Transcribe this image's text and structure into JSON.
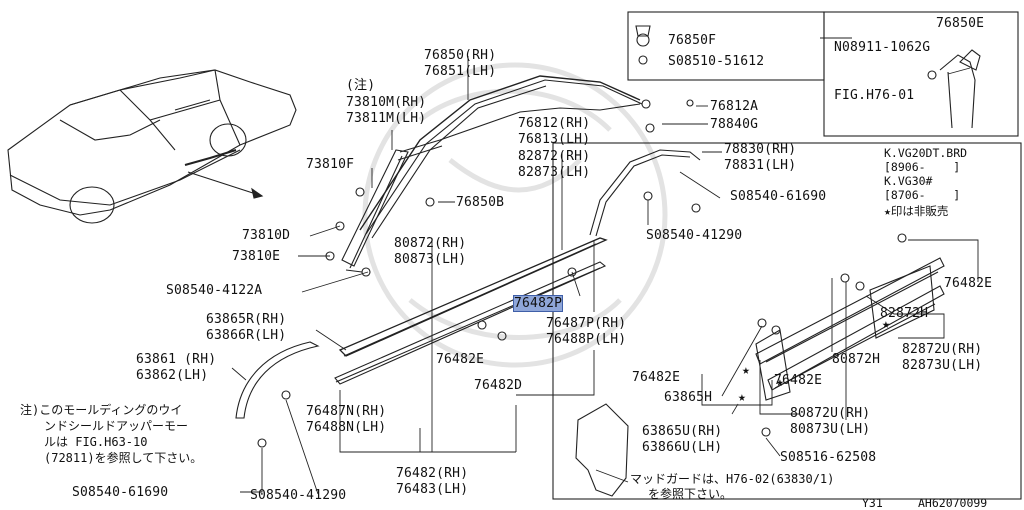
{
  "labels": {
    "p76850rh": "76850(RH)",
    "p76851lh": "76851(LH)",
    "chu": "(注)",
    "p73810m": "73810M(RH)",
    "p73811m": "73811M(LH)",
    "p73810f": "73810F",
    "p76850b": "76850B",
    "p73810d": "73810D",
    "p73810e": "73810E",
    "s08540_4122a": "S08540-4122A",
    "p76812rh": "76812(RH)",
    "p76813lh": "76813(LH)",
    "p82872rh": "82872(RH)",
    "p82873lh": "82873(LH)",
    "p76812a": "76812A",
    "p78840g": "78840G",
    "p78830rh": "78830(RH)",
    "p78831lh": "78831(LH)",
    "s08540_61690_r": "S08540-61690",
    "s08540_41290_r": "S08540-41290",
    "p80872rh": "80872(RH)",
    "p80873lh": "80873(LH)",
    "p76482p": "76482P",
    "p76487prh": "76487P(RH)",
    "p76488plh": "76488P(LH)",
    "p63865r": "63865R(RH)",
    "p63866r": "63866R(LH)",
    "p63861rh": "63861 (RH)",
    "p63862lh": "63862(LH)",
    "p76482e_mid": "76482E",
    "p76482d": "76482D",
    "p76487n": "76487N(RH)",
    "p76488n": "76488N(LH)",
    "p76482rh": "76482(RH)",
    "p76483lh": "76483(LH)",
    "s08540_61690_b": "S08540-61690",
    "s08540_41290_b": "S08540-41290",
    "p76850f": "76850F",
    "s08510_51612": "S08510-51612",
    "p76850e": "76850E",
    "n08911_1062g": "N08911-1062G",
    "fig_h76_01": "FIG.H76-01",
    "kvg20": "K.VG20DT.BRD",
    "r8906": "[8906-    ]",
    "kvg30": "K.VG30#",
    "r8706": "[8706-    ]",
    "star_note": "★印は非販売",
    "p76482e_r": "76482E",
    "p82872h": "82872H",
    "p82872u": "82872U(RH)",
    "p82873u": "82873U(LH)",
    "p80872h": "80872H",
    "p76482e_l": "76482E",
    "p63865h": "63865H",
    "p76482e_c": "76482E",
    "p80872u": "80872U(RH)",
    "p80873u": "80873U(LH)",
    "p63865u": "63865U(RH)",
    "p63866u": "63866U(LH)",
    "s08516_62508": "S08516-62508",
    "mudguard_1": "マッドガードは、H76-02(63830/1)",
    "mudguard_2": "を参照下さい。",
    "note_1": "注)このモールディングのウイ",
    "note_2": "ンドシールドアッパーモー",
    "note_3": "ルは FIG.H63-10",
    "note_4": "(72811)を参照して下さい。",
    "page_y31": "Y31",
    "page_code": "AH62070099"
  },
  "highlight": "76482P"
}
